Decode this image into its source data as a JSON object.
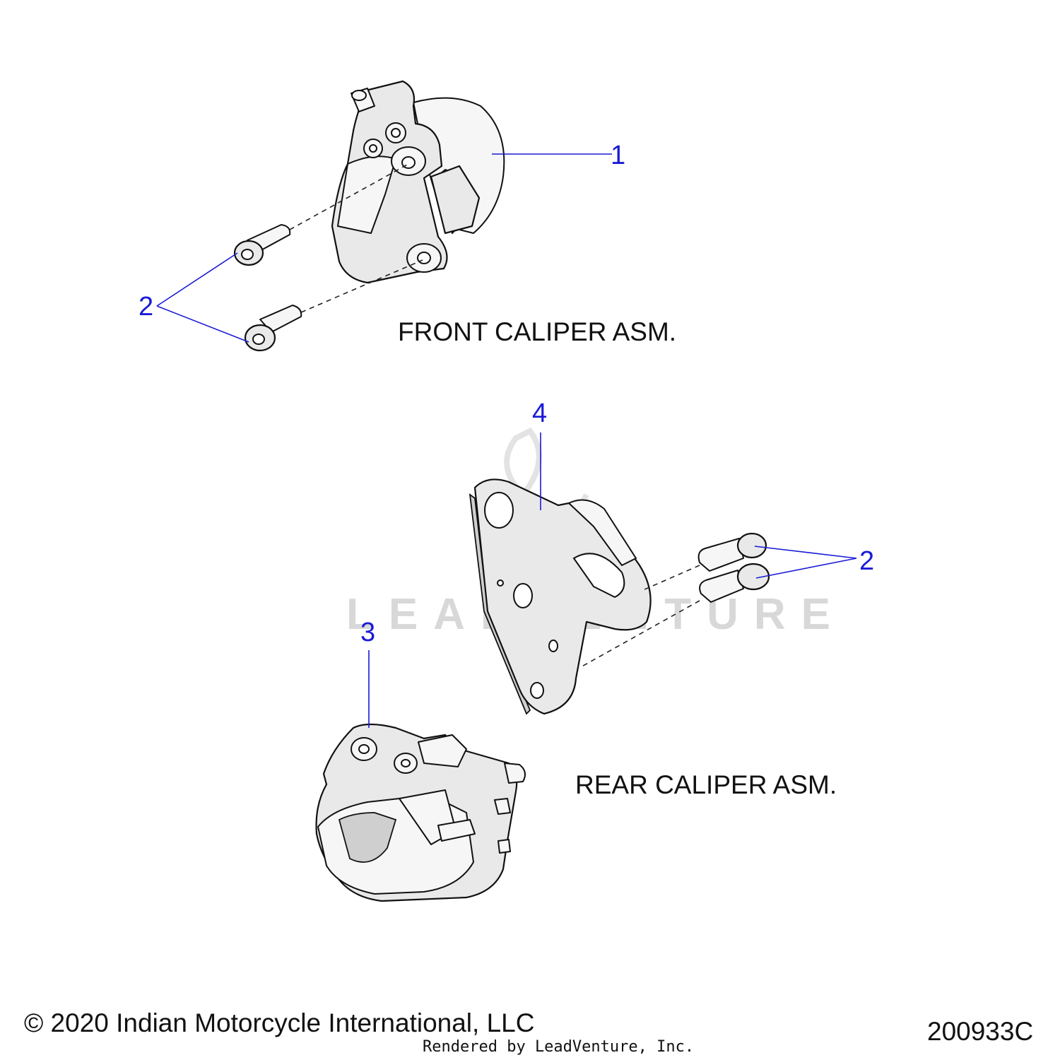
{
  "watermark": {
    "text": "LEADVENTURE"
  },
  "callouts": {
    "c1": "1",
    "c2_front": "2",
    "c2_rear": "2",
    "c3": "3",
    "c4": "4"
  },
  "captions": {
    "front": "FRONT CALIPER ASM.",
    "rear": "REAR CALIPER ASM."
  },
  "footer": {
    "copyright": "© 2020 Indian Motorcycle International, LLC",
    "rendered_by": "Rendered by LeadVenture, Inc.",
    "diagram_id": "200933C"
  },
  "colors": {
    "callout": "#1a1ad6",
    "text": "#111111"
  }
}
